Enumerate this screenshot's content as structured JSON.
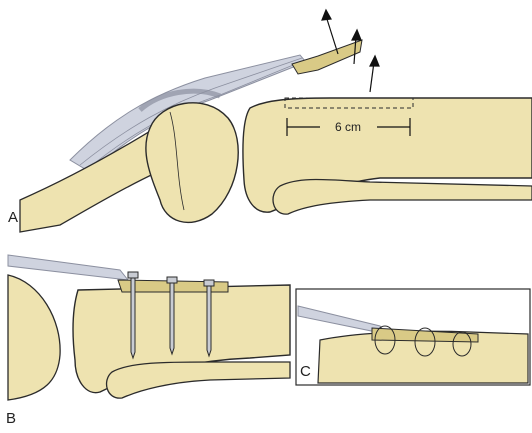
{
  "panels": [
    {
      "label": "A"
    },
    {
      "label": "B"
    },
    {
      "label": "C"
    }
  ],
  "measurement": {
    "label": "6 cm"
  },
  "colors": {
    "bone": "#eee3b0",
    "bone_shade": "#d9ca86",
    "outline": "#2b2b2b",
    "tendon": "#cfd3df",
    "tendon_line": "#8c90a0",
    "screw": "#c9ccd3",
    "background": "#ffffff"
  }
}
